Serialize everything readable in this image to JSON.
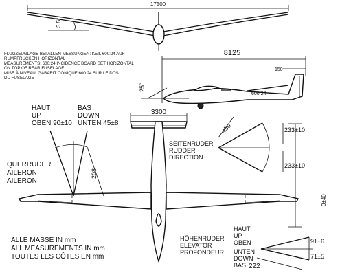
{
  "wingspan": "17500",
  "dihedral": "3.5°",
  "note_de_1": "FLUGZEUGLAGE BEI ALLEN MESSUNGEN: KEIL 600:24 AUF",
  "note_de_2": "RUMPFRÜCKEN HORIZONTAL",
  "note_en_1": "MEASUREMENTS: 600:24 INCIDENCE BOARD SET HORIZONTAL",
  "note_en_2": "ON TOP OF REAR FUSELAGE",
  "note_fr_1": "MISE À NIVEAU: GABARIT CONIQUE 600:24 SUR LE DOS",
  "note_fr_2": "DU FUSELAGE",
  "length": "8125",
  "fin_height": "150",
  "board_label": "600 24",
  "side_angle": "25°",
  "tailplane_span": "3300",
  "aileron_up_labels": [
    "HAUT",
    "UP",
    "OBEN 90±10"
  ],
  "aileron_down_labels": [
    "BAS",
    "DOWN",
    "UNTEN 45±8"
  ],
  "aileron_chord": "208",
  "aileron_name": [
    "QUERRUDER",
    "AILERON",
    "AILERON"
  ],
  "rudder_name": [
    "SEITENRUDER",
    "RUDDER",
    "DIRECTION"
  ],
  "rudder_chord": "450",
  "rudder_left": "233±10",
  "rudder_right": "233±10",
  "elevator_name": [
    "HÖHENRUDER",
    "ELEVATOR",
    "PROFONDEUR"
  ],
  "elevator_labels": [
    "HAUT",
    "UP",
    "OBEN",
    "UNTEN",
    "DOWN",
    "BAS"
  ],
  "elevator_up": "91±6",
  "elevator_down": "71±5",
  "elevator_chord": "222",
  "flap_travel": "0±40",
  "units_note": [
    "ALLE MASSE IN mm",
    "ALL MEASUREMENTS IN mm",
    "TOUTES LES CÔTES EN mm"
  ]
}
